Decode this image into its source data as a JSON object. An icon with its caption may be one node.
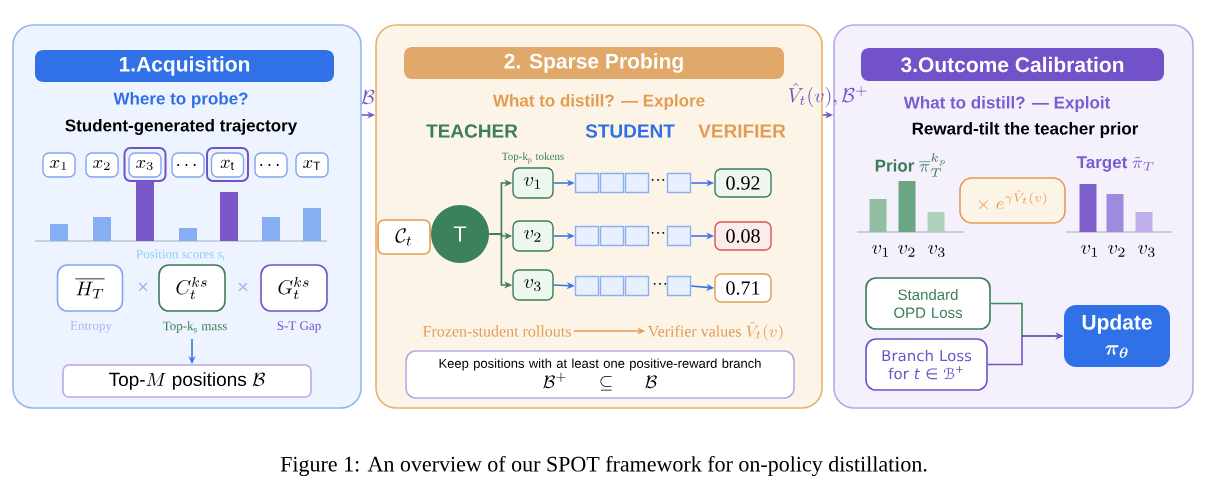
{
  "diagram": {
    "caption": "Figure 1: An overview of our SPOT framework for on-policy distillation.",
    "nodes": [
      {
        "text": [
          "Where to probe?",
          "Student-generated trajectory"
        ]
      },
      {
        "text": [
          "1.Acquisition"
        ],
        "in": 0
      },
      {
        "text": [
          "x_1"
        ],
        "in": 0
      },
      {
        "text": [
          "x_2"
        ],
        "in": 0
      },
      {
        "text": [],
        "shape": "box",
        "in": 0
      },
      {
        "text": [
          "x_3"
        ],
        "in": 4
      },
      {
        "text": [
          "\\dots"
        ],
        "in": 0
      },
      {
        "text": [],
        "shape": "box",
        "in": 0
      },
      {
        "text": [
          "x_{\\mathrm{t}}"
        ],
        "in": 7
      },
      {
        "text": [
          "\\dots"
        ],
        "in": 0
      },
      {
        "text": [
          "x_{\\mathrm{T}}"
        ],
        "in": 0
      },
      {
        "text": [
          "\\overline{H_T}"
        ],
        "beside": [
          "Entropy"
        ],
        "in": 0
      },
      {
        "text": [
          "C_t^{ks}"
        ],
        "beside": [
          "Top-k$_{s}$ mass"
        ],
        "in": 0
      },
      {
        "text": [
          "G_t^{ks}"
        ],
        "beside": [
          "S-T Gap"
        ],
        "in": 0
      },
      {
        "text": [
          "\\text{Top-}M\\text{ positions }\\mathcal{B}"
        ],
        "in": 0
      },
      {
        "text": [
          "What to distill? — Explore"
        ]
      },
      {
        "text": [
          "2. Sparse Probing"
        ],
        "in": 15
      },
      {
        "text": [
          "\\mathcal{C}_t"
        ],
        "in": 15
      },
      {
        "text": [
          "T"
        ],
        "in": 15
      },
      {
        "text": [
          "v_1"
        ],
        "beside": [
          "Top-k$_{p}$ tokens"
        ],
        "in": 15
      },
      {
        "text": [
          "v_2"
        ],
        "in": 15
      },
      {
        "text": [
          "v_3"
        ],
        "in": 15
      },
      {
        "text": [],
        "shape": "box",
        "in": 15
      },
      {
        "text": [],
        "shape": "box",
        "in": 15
      },
      {
        "text": [],
        "shape": "box",
        "in": 15
      },
      {
        "text": [],
        "shape": "box",
        "in": 15
      },
      {
        "text": [],
        "shape": "box",
        "in": 15
      },
      {
        "text": [],
        "shape": "box",
        "in": 15
      },
      {
        "text": [],
        "shape": "box",
        "in": 15
      },
      {
        "text": [],
        "shape": "box",
        "in": 15
      },
      {
        "text": [],
        "shape": "box",
        "in": 15
      },
      {
        "text": [],
        "shape": "box",
        "in": 15
      },
      {
        "text": [],
        "shape": "box",
        "in": 15
      },
      {
        "text": [],
        "shape": "box",
        "in": 15
      },
      {
        "text": [
          "0.92"
        ],
        "in": 15
      },
      {
        "text": [
          "0.08"
        ],
        "in": 15
      },
      {
        "text": [
          "0.71"
        ],
        "in": 15
      },
      {
        "text": [
          "Frozen-student rollouts"
        ],
        "in": 15
      },
      {
        "text": [
          "\\text{Verifier values }\\hat{V}_t(v)"
        ],
        "in": 15
      },
      {
        "text": [
          "Keep positions with at least one positive-reward branch",
          "\\mathcal{B}^{+} \\subseteq \\mathcal{B}"
        ],
        "in": 15
      },
      {
        "text": [
          "What to distill? — Exploit",
          "Reward-tilt the teacher prior"
        ]
      },
      {
        "text": [
          "3.Outcome Calibration"
        ],
        "in": 40
      },
      {
        "text": [
          "\\times\\; e^{\\gamma\\hat{V}_t(v)}"
        ],
        "in": 40
      },
      {
        "text": [
          "Standard OPD Loss"
        ],
        "in": 40
      },
      {
        "text": [
          "Branch Loss for *t* ∈ ℬ$^{+}$"
        ],
        "in": 40
      },
      {
        "text": [
          "Update",
          "\\boldsymbol{\\pi_\\theta}"
        ],
        "in": 40
      }
    ],
    "edges": [
      {
        "from": 0,
        "to": 15,
        "arrow": "to",
        "label": "\\mathcal{B}",
        "color": "#7652c9"
      },
      {
        "from": 15,
        "to": 40,
        "arrow": "to",
        "label": "\\hat{V}_t(v), \\mathcal{B}^{+}",
        "color": "#7652c9"
      },
      {
        "from": 12,
        "to": 14,
        "arrow": "to"
      },
      {
        "from": 18,
        "to": 19,
        "arrow": "to",
        "color": "#3a7d57"
      },
      {
        "from": 18,
        "to": 20,
        "arrow": "to",
        "color": "#3a7d57"
      },
      {
        "from": 18,
        "to": 21,
        "arrow": "to",
        "color": "#3a7d57"
      },
      {
        "from": 19,
        "to": 22,
        "arrow": "to"
      },
      {
        "from": 25,
        "to": 34,
        "arrow": "to"
      },
      {
        "from": 20,
        "to": 26,
        "arrow": "to"
      },
      {
        "from": 29,
        "to": 35,
        "arrow": "to"
      },
      {
        "from": 21,
        "to": 30,
        "arrow": "to"
      },
      {
        "from": 33,
        "to": 36,
        "arrow": "to"
      },
      {
        "from": 37,
        "to": 38,
        "arrow": "to",
        "color": "#e39b50"
      },
      {
        "from": 43,
        "to": 45,
        "arrow": "to",
        "color": "#3a8a5a"
      },
      {
        "from": 44,
        "to": 45,
        "arrow": "to",
        "color": "#7652c9"
      }
    ],
    "labels": [
      "Position scores *s*$_{t}$",
      "×",
      "×",
      "TEACHER",
      "STUDENT",
      "VERIFIER",
      "···",
      "···",
      "···",
      "\\textbf{Prior }\\overline{\\pi}_T^{k_p}",
      "\\textbf{Target }\\tilde{\\pi}_T",
      "v_1",
      "v_2",
      "v_3",
      "v_1",
      "v_2",
      "v_3"
    ]
  }
}
